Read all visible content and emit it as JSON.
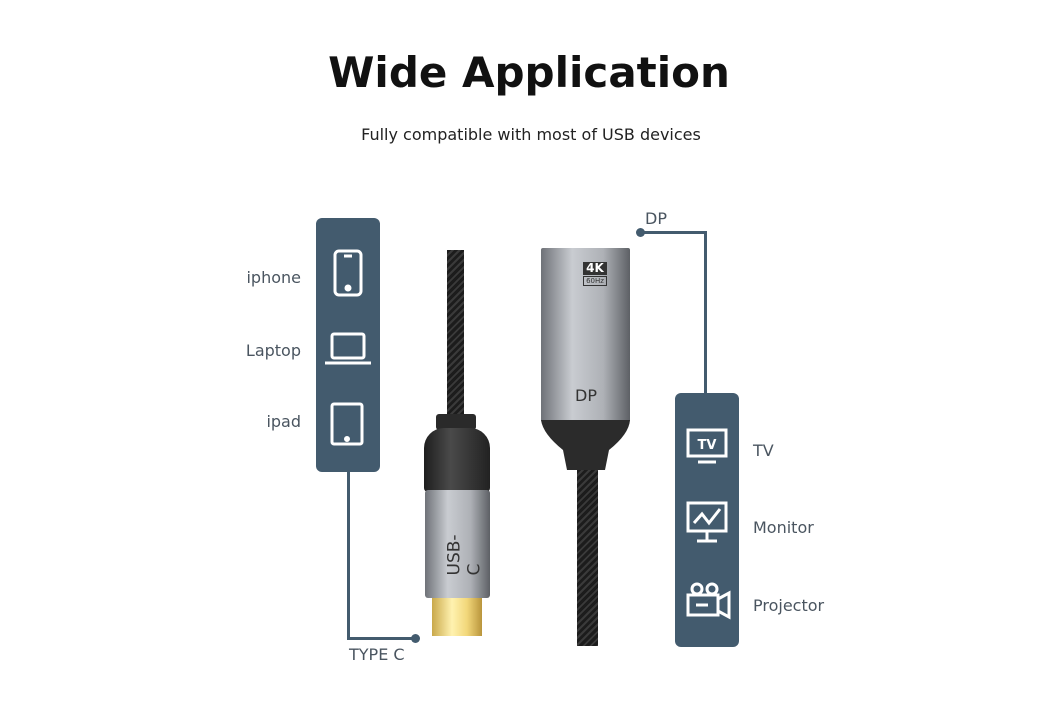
{
  "title": "Wide Application",
  "subtitle": "Fully compatible with most of USB devices",
  "left_devices": [
    {
      "label": "iphone",
      "icon": "phone-icon"
    },
    {
      "label": "Laptop",
      "icon": "laptop-icon"
    },
    {
      "label": "ipad",
      "icon": "tablet-icon"
    }
  ],
  "right_devices": [
    {
      "label": "TV",
      "icon": "tv-icon"
    },
    {
      "label": "Monitor",
      "icon": "monitor-icon"
    },
    {
      "label": "Projector",
      "icon": "projector-icon"
    }
  ],
  "type_c_label": "TYPE C",
  "dp_label": "DP",
  "usb_c_text": "USB-C",
  "dp_text": "DP",
  "badge_4k": "4K",
  "badge_hz": "60Hz",
  "tv_icon_text": "TV",
  "colors": {
    "panel": "#435b6e"
  }
}
